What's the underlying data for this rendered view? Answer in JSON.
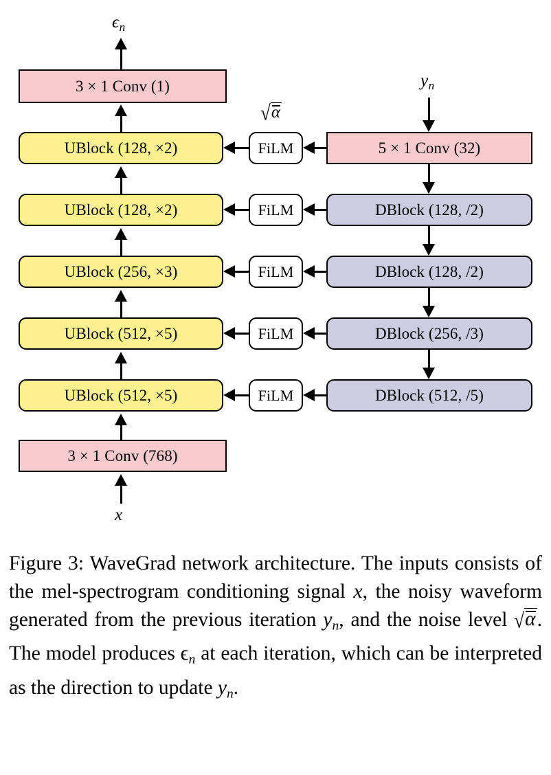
{
  "figure": {
    "label": "Figure 3",
    "colors": {
      "conv": "#F7CBCE",
      "ublock": "#FCF08F",
      "dblock": "#CECCE0",
      "film": "#FFFFFF",
      "stroke": "#000000",
      "background": "#FFFFFF"
    },
    "io_labels": {
      "output_top": "ϵ",
      "output_top_sub": "n",
      "input_bottom": "x",
      "input_right": "y",
      "input_right_sub": "n",
      "noise_level_symbol": "√ᾱ",
      "noise_level_radicand": "α"
    },
    "left_column": [
      {
        "name": "conv-out",
        "type": "conv",
        "label": "3 × 1 Conv (1)"
      },
      {
        "name": "ublock-1",
        "type": "ublock",
        "label": "UBlock (128, ×2)"
      },
      {
        "name": "ublock-2",
        "type": "ublock",
        "label": "UBlock (128, ×2)"
      },
      {
        "name": "ublock-3",
        "type": "ublock",
        "label": "UBlock (256, ×3)"
      },
      {
        "name": "ublock-4",
        "type": "ublock",
        "label": "UBlock (512, ×5)"
      },
      {
        "name": "ublock-5",
        "type": "ublock",
        "label": "UBlock (512, ×5)"
      },
      {
        "name": "conv-in",
        "type": "conv",
        "label": "3 × 1 Conv (768)"
      }
    ],
    "film_column": [
      {
        "name": "film-1",
        "label": "FiLM"
      },
      {
        "name": "film-2",
        "label": "FiLM"
      },
      {
        "name": "film-3",
        "label": "FiLM"
      },
      {
        "name": "film-4",
        "label": "FiLM"
      },
      {
        "name": "film-5",
        "label": "FiLM"
      }
    ],
    "right_column": [
      {
        "name": "conv-cond",
        "type": "conv",
        "label": "5 × 1 Conv (32)"
      },
      {
        "name": "dblock-1",
        "type": "dblock",
        "label": "DBlock (128, /2)"
      },
      {
        "name": "dblock-2",
        "type": "dblock",
        "label": "DBlock (128, /2)"
      },
      {
        "name": "dblock-3",
        "type": "dblock",
        "label": "DBlock (256, /3)"
      },
      {
        "name": "dblock-4",
        "type": "dblock",
        "label": "DBlock (512, /5)"
      }
    ]
  },
  "caption": {
    "prefix": "Figure 3:",
    "part1": " WaveGrad network architecture. The inputs consists of the mel-spectrogram conditioning signal ",
    "sym_x": "x",
    "part2": ", the noisy waveform generated from the previous iteration ",
    "sym_y": "y",
    "sym_y_sub": "n",
    "part3": ", and the noise level ",
    "part4": ". The model produces ",
    "sym_eps": "ϵ",
    "sym_eps_sub": "n",
    "part5": " at each iteration, which can be interpreted as the direction to update ",
    "sym_y2": "y",
    "sym_y2_sub": "n",
    "part6": "."
  }
}
